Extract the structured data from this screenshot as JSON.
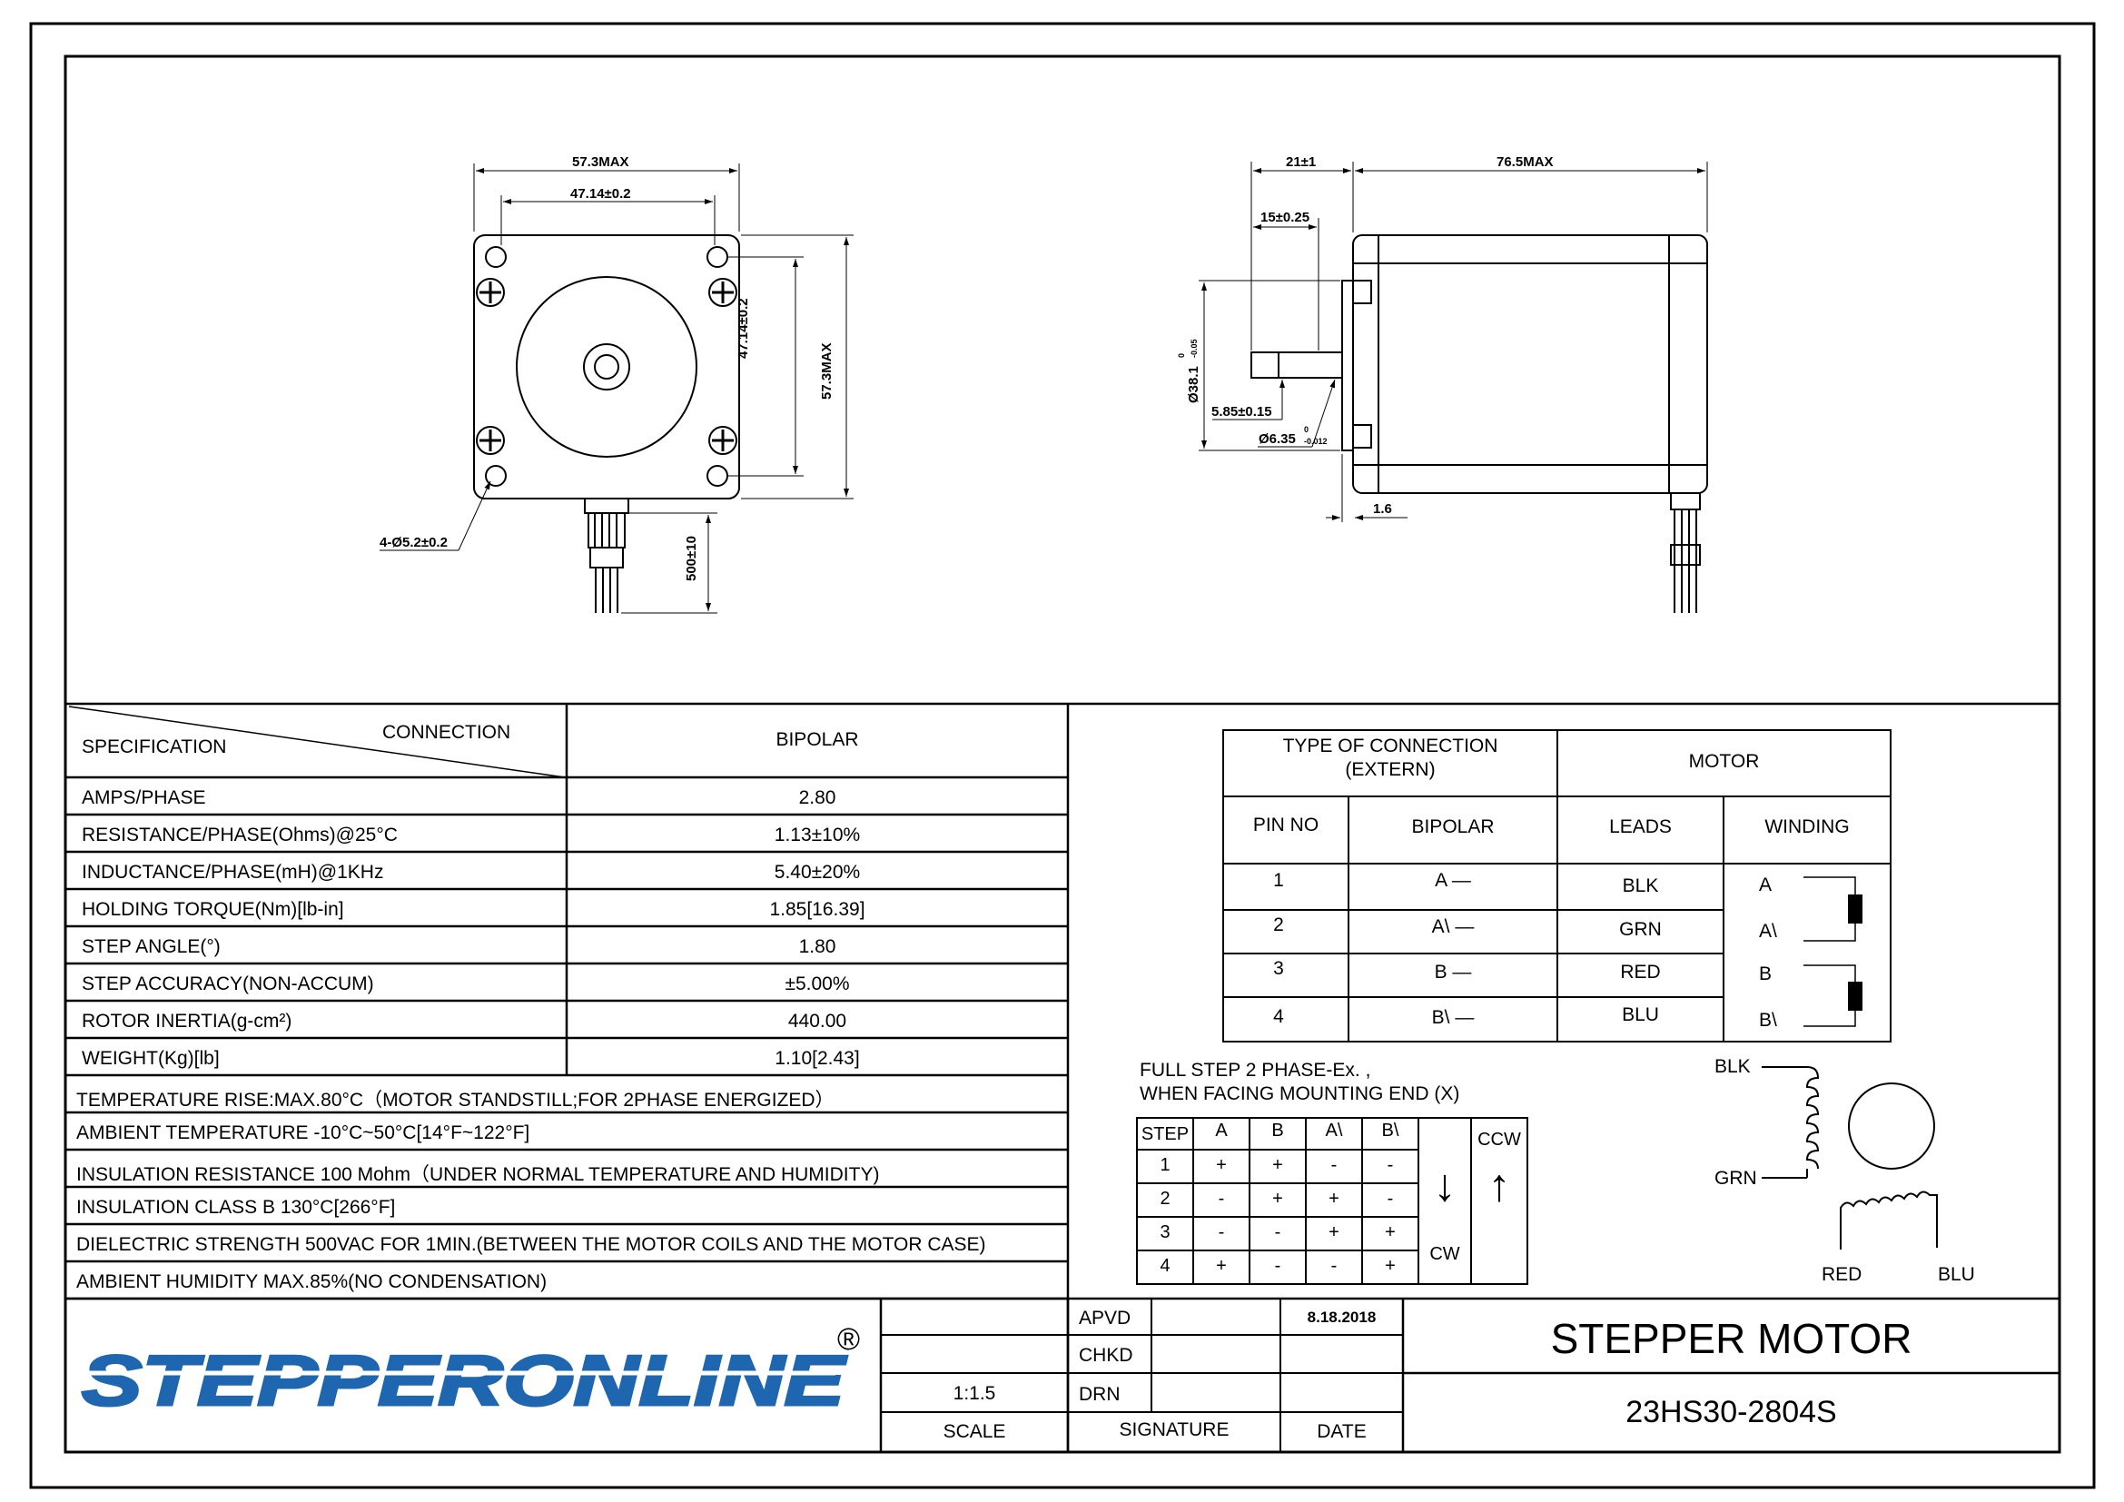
{
  "drawing": {
    "front": {
      "dim_width_max": "57.3MAX",
      "dim_hole_spacing": "47.14±0.2",
      "dim_hole_spacing_v": "47.14±0.2",
      "dim_height_max": "57.3MAX",
      "hole_callout": "4-Ø5.2±0.2",
      "lead_length": "500±10"
    },
    "side": {
      "dim_flange": "21±1",
      "dim_body": "76.5MAX",
      "dim_shaft_flat": "15±0.25",
      "dim_pilot_dia": "Ø38.1",
      "dim_pilot_tol_upper": "0",
      "dim_pilot_tol_lower": "-0.05",
      "dim_flat_depth": "5.85±0.15",
      "dim_shaft_dia": "Ø6.35",
      "dim_shaft_tol_upper": "0",
      "dim_shaft_tol_lower": "-0.012",
      "dim_pilot_height": "1.6"
    }
  },
  "spec_table": {
    "header_connection": "CONNECTION",
    "header_specification": "SPECIFICATION",
    "header_bipolar": "BIPOLAR",
    "rows": [
      {
        "label": "AMPS/PHASE",
        "value": "2.80"
      },
      {
        "label": "RESISTANCE/PHASE(Ohms)@25°C",
        "value": "1.13±10%"
      },
      {
        "label": "INDUCTANCE/PHASE(mH)@1KHz",
        "value": "5.40±20%"
      },
      {
        "label": "HOLDING TORQUE(Nm)[lb-in]",
        "value": "1.85[16.39]"
      },
      {
        "label": "STEP ANGLE(°)",
        "value": "1.80"
      },
      {
        "label": "STEP ACCURACY(NON-ACCUM)",
        "value": "±5.00%"
      },
      {
        "label": "ROTOR INERTIA(g-cm²)",
        "value": "440.00"
      },
      {
        "label": "WEIGHT(Kg)[lb]",
        "value": "1.10[2.43]"
      }
    ],
    "notes": [
      "TEMPERATURE RISE:MAX.80°C（MOTOR STANDSTILL;FOR 2PHASE ENERGIZED）",
      "AMBIENT TEMPERATURE -10°C~50°C[14°F~122°F]",
      "INSULATION RESISTANCE 100 Mohm（UNDER NORMAL TEMPERATURE AND HUMIDITY)",
      "INSULATION CLASS B 130°C[266°F]",
      "DIELECTRIC STRENGTH 500VAC FOR 1MIN.(BETWEEN THE MOTOR COILS AND THE MOTOR CASE)",
      "AMBIENT HUMIDITY MAX.85%(NO CONDENSATION)"
    ]
  },
  "connection_table": {
    "type_line1": "TYPE OF CONNECTION",
    "type_line2": "(EXTERN)",
    "motor": "MOTOR",
    "col_pin": "PIN NO",
    "col_bipolar": "BIPOLAR",
    "col_leads": "LEADS",
    "col_winding": "WINDING",
    "rows": [
      {
        "pin": "1",
        "bipolar": "A —",
        "lead": "BLK",
        "winding": "A"
      },
      {
        "pin": "2",
        "bipolar": "A\\ —",
        "lead": "GRN",
        "winding": "A\\"
      },
      {
        "pin": "3",
        "bipolar": "B —",
        "lead": "RED",
        "winding": "B"
      },
      {
        "pin": "4",
        "bipolar": "B\\ —",
        "lead": "BLU",
        "winding": "B\\"
      }
    ]
  },
  "step_table": {
    "caption_line1": "FULL STEP  2 PHASE-Ex. ,",
    "caption_line2": "WHEN FACING MOUNTING END (X)",
    "headers": [
      "STEP",
      "A",
      "B",
      "A\\",
      "B\\"
    ],
    "rows": [
      [
        "1",
        "+",
        "+",
        "-",
        "-"
      ],
      [
        "2",
        "-",
        "+",
        "+",
        "-"
      ],
      [
        "3",
        "-",
        "-",
        "+",
        "+"
      ],
      [
        "4",
        "+",
        "-",
        "-",
        "+"
      ]
    ],
    "ccw_label": "CCW",
    "cw_label": "CW",
    "down_arrow": "↓",
    "up_arrow": "↑"
  },
  "coil_diagram": {
    "blk": "BLK",
    "grn": "GRN",
    "red": "RED",
    "blu": "BLU"
  },
  "title_block": {
    "logo_text": "STEPPERONLINE",
    "registered": "®",
    "apvd": "APVD",
    "chkd": "CHKD",
    "drn": "DRN",
    "date_value": "8.18.2018",
    "scale_value": "1:1.5",
    "scale_label": "SCALE",
    "signature_label": "SIGNATURE",
    "date_label": "DATE",
    "title": "STEPPER MOTOR",
    "part_number": "23HS30-2804S"
  },
  "colors": {
    "ink": "#000000",
    "logo_blue": "#1e66b0"
  }
}
